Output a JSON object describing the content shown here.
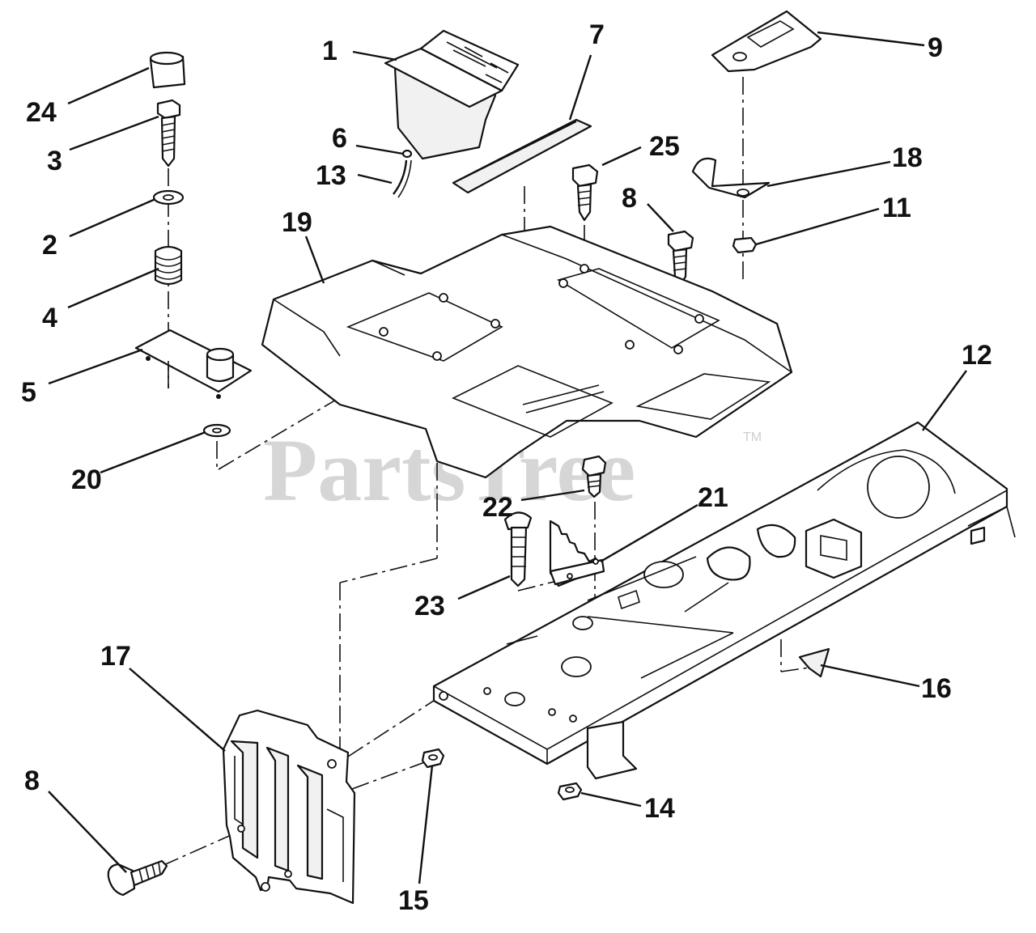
{
  "watermark": {
    "text": "PartsTree",
    "trademark": "TM"
  },
  "callouts": [
    "1",
    "2",
    "3",
    "4",
    "5",
    "6",
    "7",
    "8",
    "9",
    "11",
    "12",
    "13",
    "14",
    "15",
    "16",
    "17",
    "18",
    "19",
    "20",
    "21",
    "22",
    "23",
    "24",
    "25"
  ],
  "callout_8_second": "8"
}
